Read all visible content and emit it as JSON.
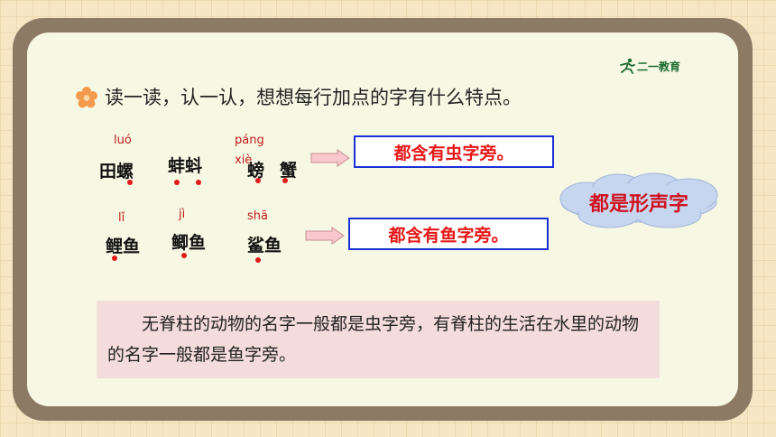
{
  "logo": {
    "text": "二一教育"
  },
  "instruction": "读一读，认一认，想想每行加点的字有什么特点。",
  "row1": {
    "words": [
      {
        "text": "田螺",
        "pinyin": "luó"
      },
      {
        "text": "蚌蚪",
        "pinyin": ""
      },
      {
        "text": "螃",
        "pinyin": "páng"
      },
      {
        "text": "蟹",
        "pinyin": "xiè"
      }
    ],
    "answer": "都含有虫字旁。"
  },
  "row2": {
    "words": [
      {
        "text": "鲤鱼",
        "pinyin": "lǐ"
      },
      {
        "text": "鲫鱼",
        "pinyin": "jì"
      },
      {
        "text": "鲨鱼",
        "pinyin": "shā"
      }
    ],
    "answer": "都含有鱼字旁。"
  },
  "cloud": {
    "text": "都是形声字"
  },
  "summary": "无脊柱的动物的名字一般都是虫字旁，有脊柱的生活在水里的动物的名字一般都是鱼字旁。",
  "colors": {
    "frame": "#8d7a64",
    "board": "#f7f8e4",
    "answer_text": "#e81818",
    "box_border": "#1a2fd6",
    "dot": "#e21919",
    "summary_bg": "#f4dcdc"
  }
}
